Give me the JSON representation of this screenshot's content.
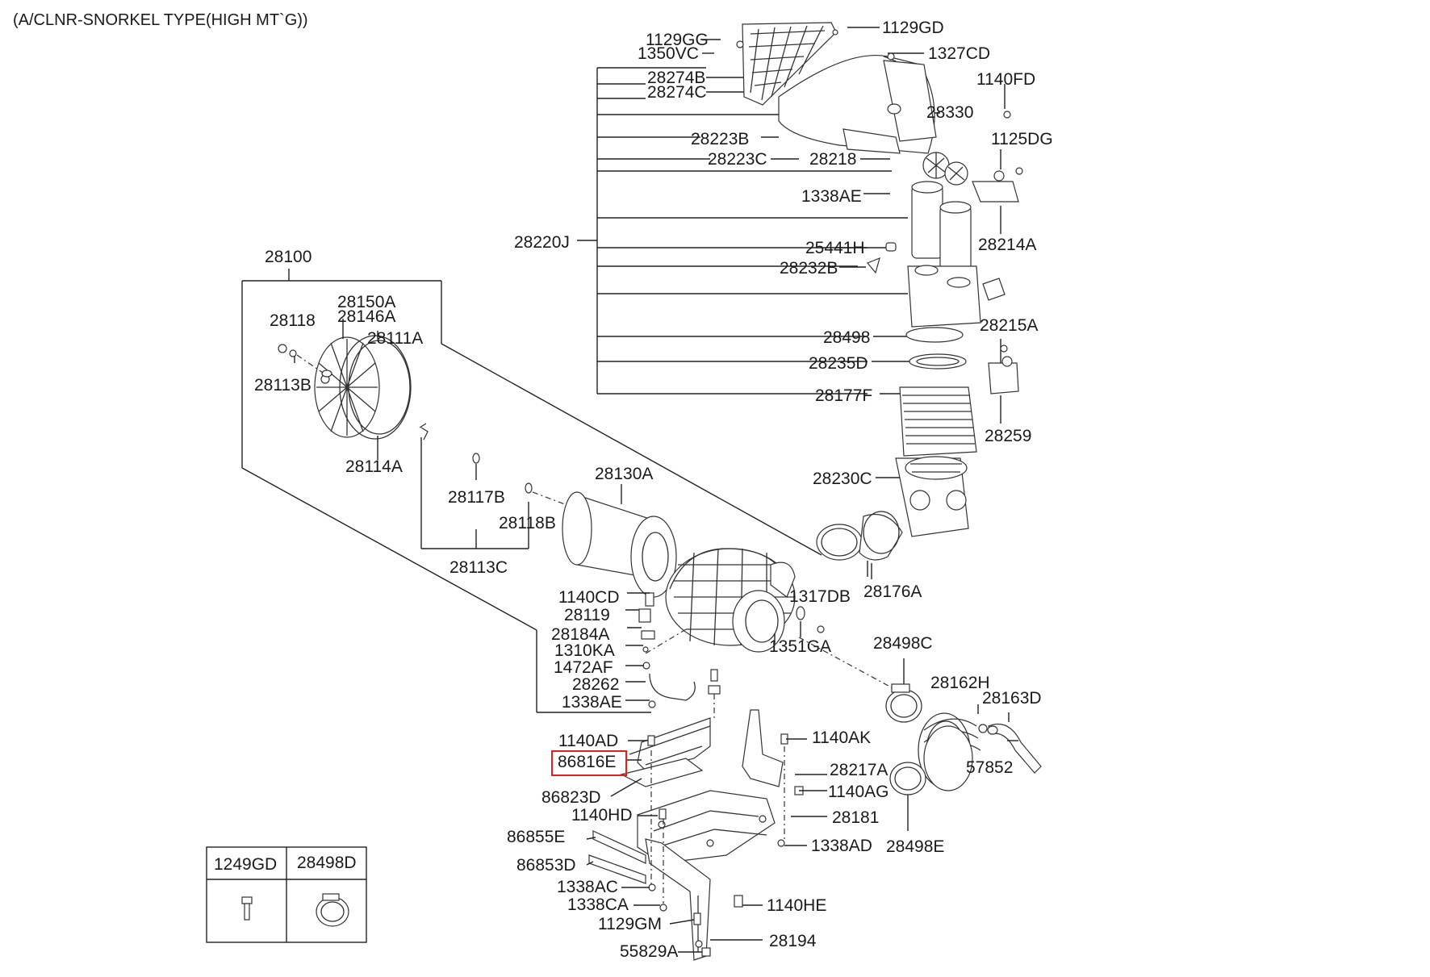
{
  "title": "(A/CLNR-SNORKEL TYPE(HIGH MT`G))",
  "highlight_color": "#e0201b",
  "labels": {
    "l1129GG": "1129GG",
    "l1350VC": "1350VC",
    "l28274B": "28274B",
    "l28274C": "28274C",
    "l28223B": "28223B",
    "l28223C": "28223C",
    "l28218": "28218",
    "l1338AE_top": "1338AE",
    "l28220J": "28220J",
    "l25441H": "25441H",
    "l28232B": "28232B",
    "l28498": "28498",
    "l28235D": "28235D",
    "l28177F": "28177F",
    "l28230C": "28230C",
    "l28176A": "28176A",
    "l1129GD": "1129GD",
    "l1327CD": "1327CD",
    "l1140FD": "1140FD",
    "l28330": "28330",
    "l1125DG": "1125DG",
    "l28214A": "28214A",
    "l28215A": "28215A",
    "l28259": "28259",
    "l28100": "28100",
    "l28150A": "28150A",
    "l28146A": "28146A",
    "l28118": "28118",
    "l28111A": "28111A",
    "l28113B": "28113B",
    "l28114A": "28114A",
    "l28117B": "28117B",
    "l28118B": "28118B",
    "l28113C": "28113C",
    "l28130A": "28130A",
    "l1140CD": "1140CD",
    "l28119": "28119",
    "l28184A": "28184A",
    "l1310KA": "1310KA",
    "l1472AF": "1472AF",
    "l28262": "28262",
    "l1338AE_mid": "1338AE",
    "l1317DB": "1317DB",
    "l1351GA": "1351GA",
    "l28498C": "28498C",
    "l28162H": "28162H",
    "l28163D": "28163D",
    "l57852": "57852",
    "l28498E": "28498E",
    "l1140AD": "1140AD",
    "l86816E": "86816E",
    "l86823D": "86823D",
    "l1140HD": "1140HD",
    "l86855E": "86855E",
    "l86853D": "86853D",
    "l1338AC": "1338AC",
    "l1338CA": "1338CA",
    "l1129GM": "1129GM",
    "l55829A": "55829A",
    "l1140AK": "1140AK",
    "l28217A": "28217A",
    "l1140AG": "1140AG",
    "l28181": "28181",
    "l1338AD": "1338AD",
    "l1140HE": "1140HE",
    "l28194": "28194"
  },
  "key_table": {
    "col1": "1249GD",
    "col2": "28498D"
  }
}
